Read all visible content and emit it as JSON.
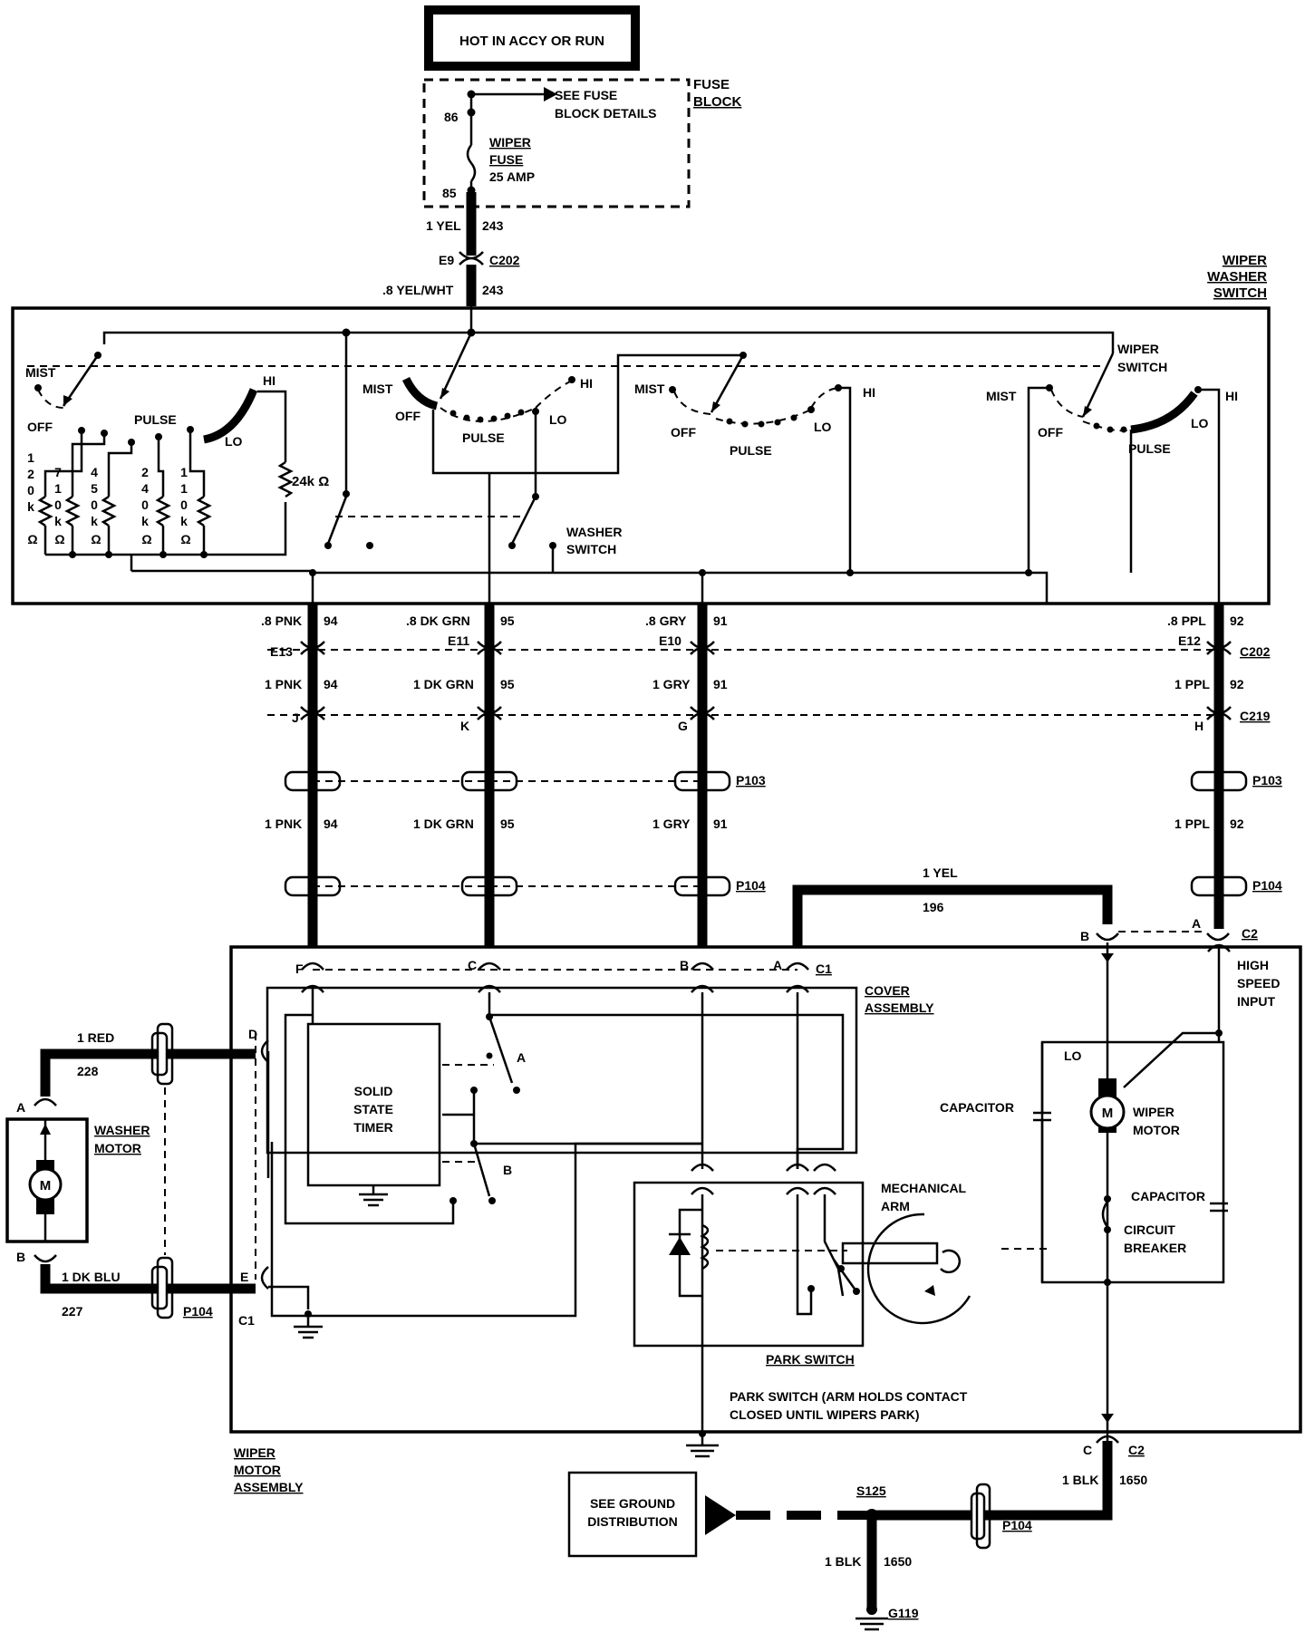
{
  "power": {
    "title": "HOT IN ACCY OR RUN"
  },
  "fuse_block": {
    "label_l1": "FUSE",
    "label_l2": "BLOCK",
    "see_l1": "SEE FUSE",
    "see_l2": "BLOCK DETAILS",
    "fuse_l1": "WIPER",
    "fuse_l2": "FUSE",
    "fuse_l3": "25 AMP",
    "pin_top": "86",
    "pin_bottom": "85"
  },
  "feed": {
    "wire1": "1 YEL",
    "circuit1": "243",
    "conn_pin": "E9",
    "conn": "C202",
    "wire2": ".8 YEL/WHT",
    "circuit2": "243"
  },
  "switch": {
    "label_l1": "WIPER",
    "label_l2": "WASHER",
    "label_l3": "SWITCH",
    "wiper_l1": "WIPER",
    "wiper_l2": "SWITCH",
    "mist": "MIST",
    "off": "OFF",
    "pulse": "PULSE",
    "lo": "LO",
    "hi": "HI",
    "washer_l1": "WASHER",
    "washer_l2": "SWITCH",
    "r24k": "24k Ω",
    "resistors": [
      [
        "1",
        "2",
        "0",
        "k",
        "Ω"
      ],
      [
        "7",
        "1",
        "0",
        "k",
        "Ω"
      ],
      [
        "4",
        "5",
        "0",
        "k",
        "Ω"
      ],
      [
        "2",
        "4",
        "0",
        "k",
        "Ω"
      ],
      [
        "1",
        "1",
        "0",
        "k",
        "Ω"
      ]
    ]
  },
  "harness": {
    "c202": "C202",
    "c219": "C219",
    "p103": "P103",
    "p104": "P104",
    "wires": [
      {
        "top": ".8 PNK",
        "circuit": "94",
        "pin202": "E13",
        "mid": "1 PNK",
        "pin219": "J",
        "low": "1 PNK"
      },
      {
        "top": ".8 DK GRN",
        "circuit": "95",
        "pin202": "E11",
        "mid": "1 DK GRN",
        "pin219": "K",
        "low": "1 DK GRN"
      },
      {
        "top": ".8 GRY",
        "circuit": "91",
        "pin202": "E10",
        "mid": "1 GRY",
        "pin219": "G",
        "low": "1 GRY"
      },
      {
        "top": ".8 PPL",
        "circuit": "92",
        "pin202": "E12",
        "mid": "1 PPL",
        "pin219": "H",
        "low": "1 PPL"
      }
    ],
    "yel_wire": "1 YEL",
    "yel_circuit": "196"
  },
  "motor_assembly": {
    "label_l1": "WIPER",
    "label_l2": "MOTOR",
    "label_l3": "ASSEMBLY",
    "c1": "C1",
    "c2": "C2",
    "pin_f": "F",
    "pin_c": "C",
    "pin_b": "B",
    "pin_a": "A",
    "pin_d": "D",
    "pin_e": "E",
    "pin_b2": "B",
    "pin_a2": "A",
    "pin_c2": "C",
    "cover_l1": "COVER",
    "cover_l2": "ASSEMBLY",
    "timer_l1": "SOLID",
    "timer_l2": "STATE",
    "timer_l3": "TIMER",
    "sw_a": "A",
    "sw_b": "B",
    "park_switch": "PARK SWITCH",
    "park_note_l1": "PARK SWITCH (ARM HOLDS CONTACT",
    "park_note_l2": "CLOSED UNTIL WIPERS PARK)",
    "mech_l1": "MECHANICAL",
    "mech_l2": "ARM",
    "hs_l1": "HIGH",
    "hs_l2": "SPEED",
    "hs_l3": "INPUT",
    "lo": "LO",
    "capacitor": "CAPACITOR",
    "capacitor2": "CAPACITOR",
    "wm_l1": "WIPER",
    "wm_l2": "MOTOR",
    "cb_l1": "CIRCUIT",
    "cb_l2": "BREAKER",
    "m": "M"
  },
  "washer": {
    "label_l1": "WASHER",
    "label_l2": "MOTOR",
    "m": "M",
    "pin_a": "A",
    "pin_b": "B",
    "wire_red": "1 RED",
    "circ_red": "228",
    "wire_blu": "1 DK BLU",
    "circ_blu": "227",
    "p104": "P104",
    "c1": "C1"
  },
  "ground": {
    "wire": "1 BLK",
    "circuit": "1650",
    "s125": "S125",
    "p104": "P104",
    "see_l1": "SEE GROUND",
    "see_l2": "DISTRIBUTION",
    "wire2": "1 BLK",
    "circuit2": "1650",
    "g119": "G119"
  }
}
